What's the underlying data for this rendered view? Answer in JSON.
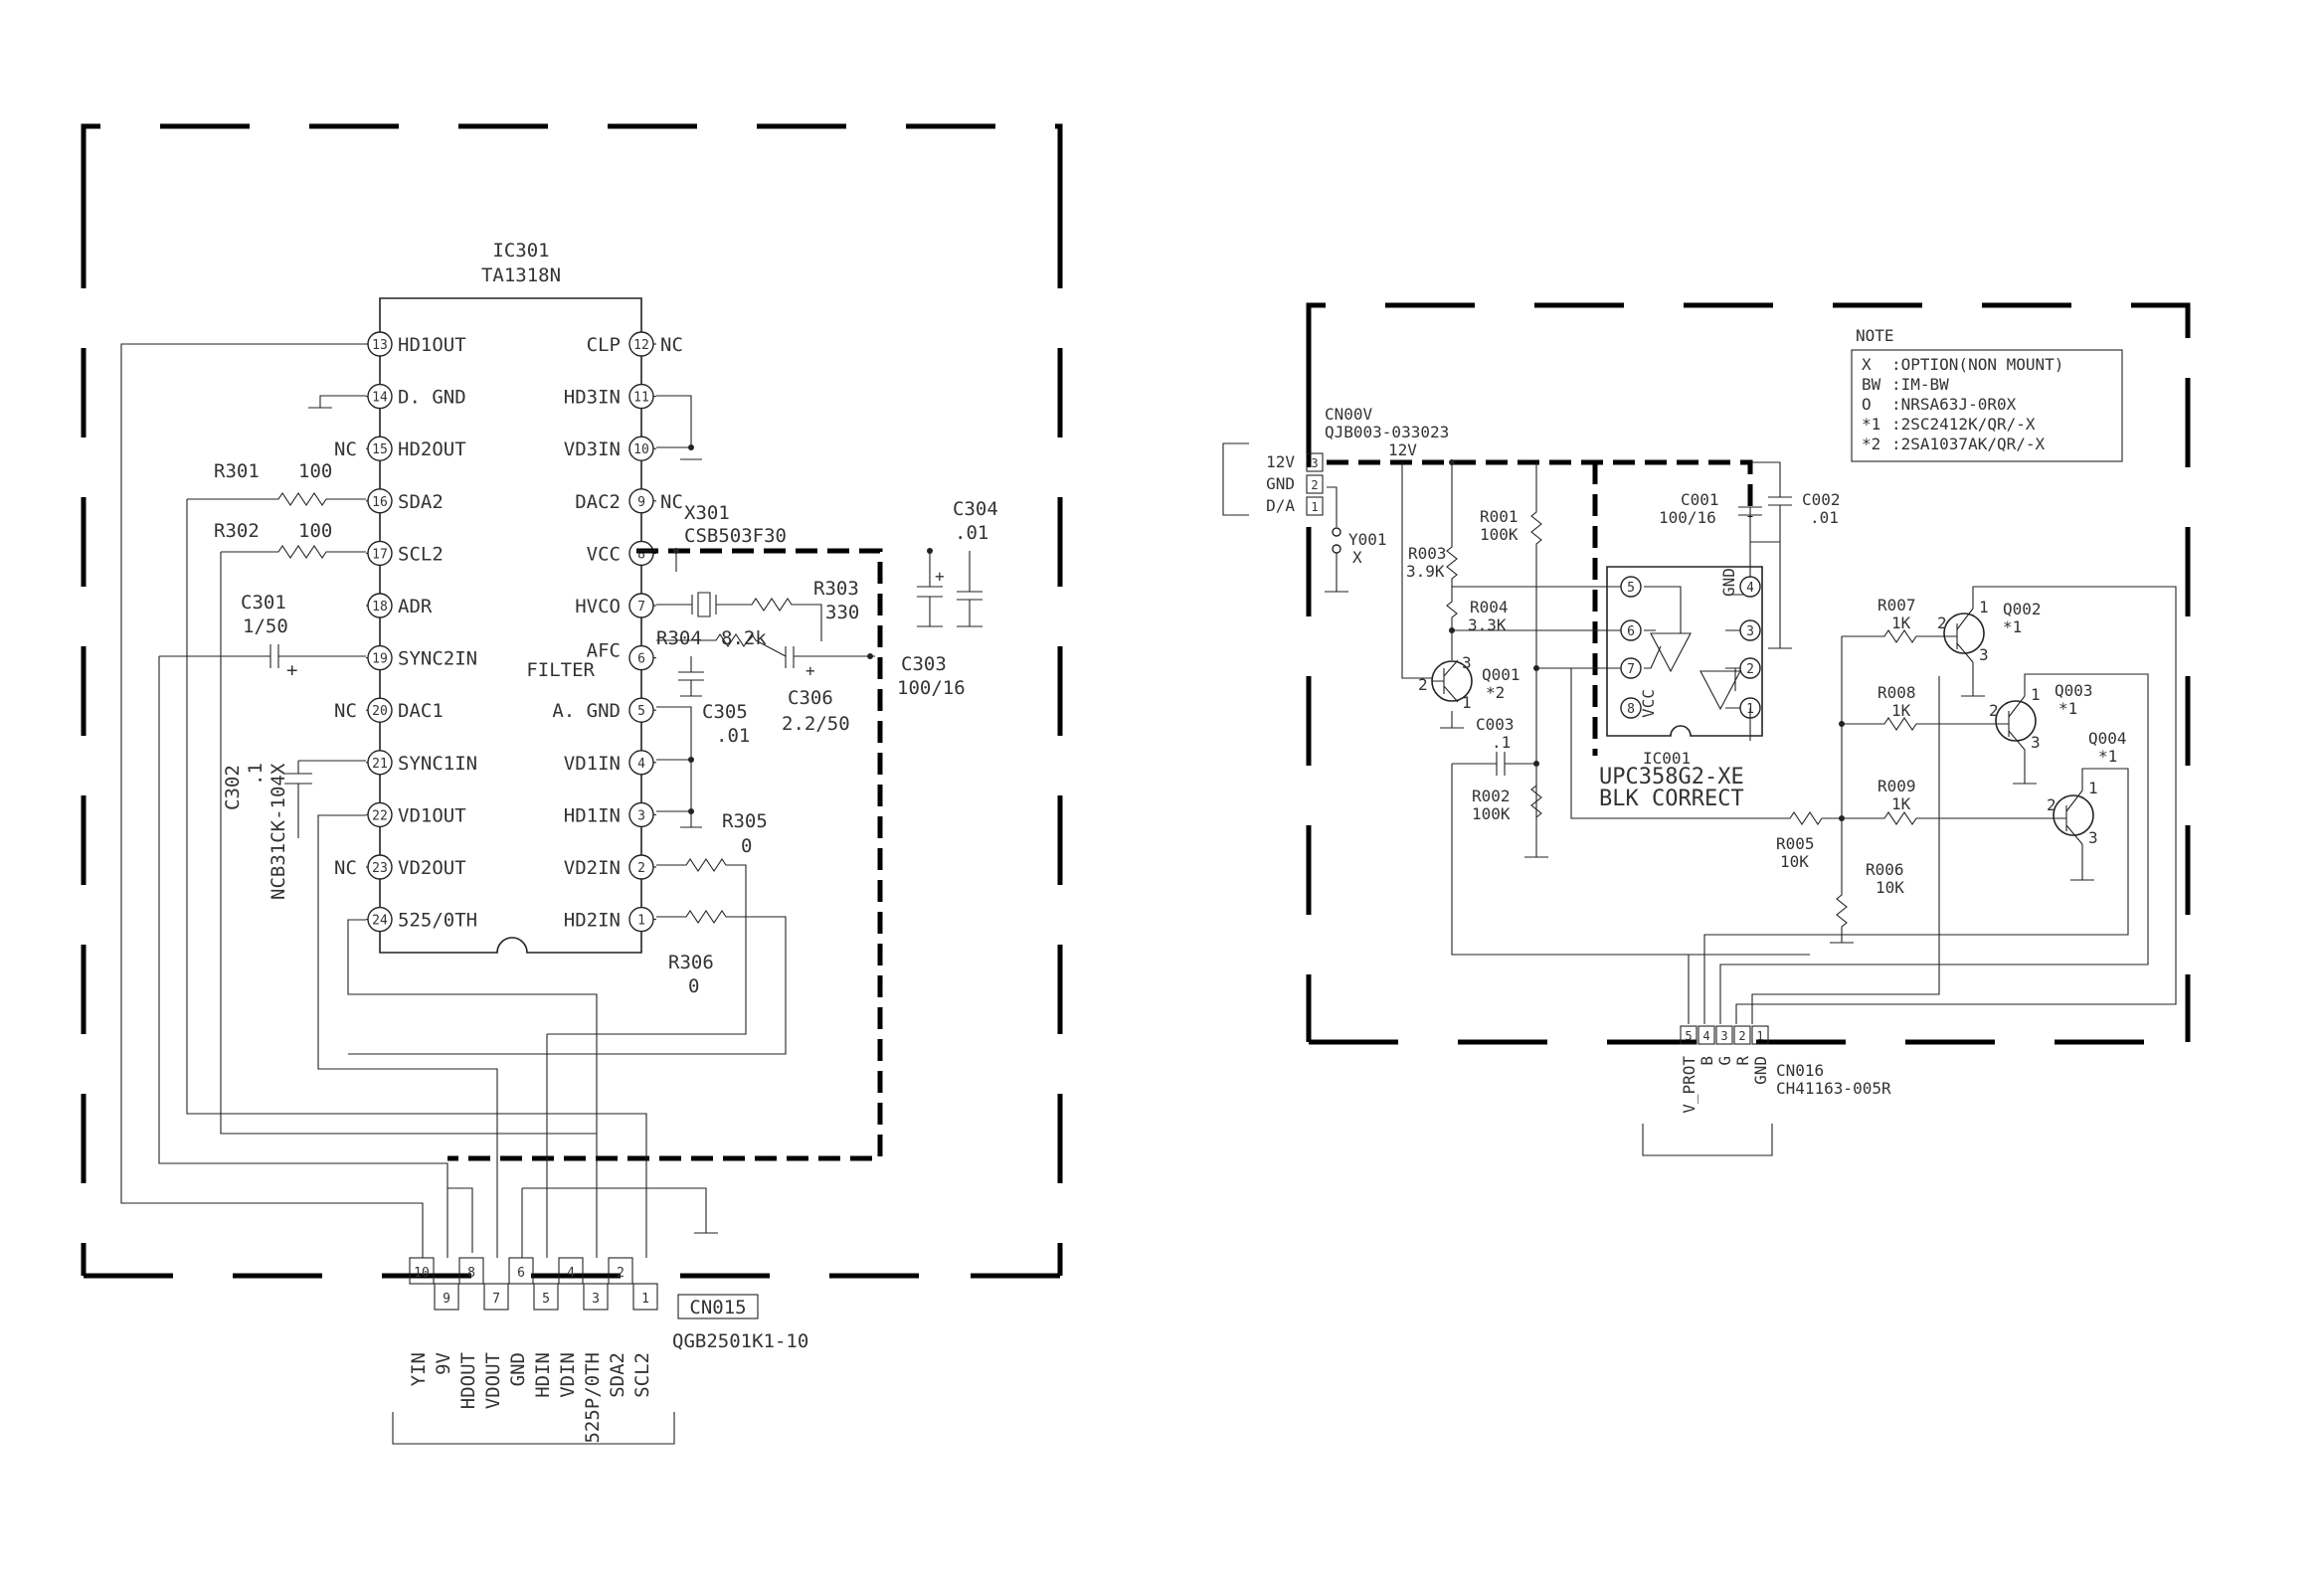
{
  "left": {
    "ic": {
      "ref": "IC301",
      "part": "TA1318N",
      "left_pins": [
        {
          "num": "13",
          "name": "HD1OUT",
          "prefix": ""
        },
        {
          "num": "14",
          "name": "D. GND",
          "prefix": ""
        },
        {
          "num": "15",
          "name": "HD2OUT",
          "prefix": "NC"
        },
        {
          "num": "16",
          "name": "SDA2",
          "prefix": ""
        },
        {
          "num": "17",
          "name": "SCL2",
          "prefix": ""
        },
        {
          "num": "18",
          "name": "ADR",
          "prefix": ""
        },
        {
          "num": "19",
          "name": "SYNC2IN",
          "prefix": ""
        },
        {
          "num": "20",
          "name": "DAC1",
          "prefix": "NC"
        },
        {
          "num": "21",
          "name": "SYNC1IN",
          "prefix": ""
        },
        {
          "num": "22",
          "name": "VD1OUT",
          "prefix": ""
        },
        {
          "num": "23",
          "name": "VD2OUT",
          "prefix": "NC"
        },
        {
          "num": "24",
          "name": "525/0TH",
          "prefix": ""
        }
      ],
      "right_pins": [
        {
          "num": "12",
          "name": "CLP",
          "suffix": "NC"
        },
        {
          "num": "11",
          "name": "HD3IN",
          "suffix": ""
        },
        {
          "num": "10",
          "name": "VD3IN",
          "suffix": ""
        },
        {
          "num": "9",
          "name": "DAC2",
          "suffix": "NC"
        },
        {
          "num": "8",
          "name": "VCC",
          "suffix": ""
        },
        {
          "num": "7",
          "name": "HVCO",
          "suffix": ""
        },
        {
          "num": "6",
          "name": "AFC",
          "suffix": ""
        },
        {
          "num": "5",
          "name": "A. GND",
          "suffix": ""
        },
        {
          "num": "4",
          "name": "VD1IN",
          "suffix": ""
        },
        {
          "num": "3",
          "name": "HD1IN",
          "suffix": ""
        },
        {
          "num": "2",
          "name": "VD2IN",
          "suffix": ""
        },
        {
          "num": "1",
          "name": "HD2IN",
          "suffix": ""
        }
      ],
      "afc_line2": "FILTER"
    },
    "components": {
      "r301": {
        "ref": "R301",
        "val": "100"
      },
      "r302": {
        "ref": "R302",
        "val": "100"
      },
      "c301": {
        "ref": "C301",
        "val": "1/50",
        "pol": "+"
      },
      "c302": {
        "ref": "C302",
        "val": ".1",
        "part": "NCB31CK-104X"
      },
      "x301": {
        "ref": "X301",
        "part": "CSB503F30"
      },
      "c304": {
        "ref": "C304",
        "val": ".01"
      },
      "r303": {
        "ref": "R303",
        "val": "330"
      },
      "r304": {
        "ref": "R304",
        "val": "8.2k"
      },
      "c303": {
        "ref": "C303",
        "val": "100/16",
        "pol": "+"
      },
      "c305": {
        "ref": "C305",
        "val": ".01"
      },
      "c306": {
        "ref": "C306",
        "val": "2.2/50",
        "pol": "+"
      },
      "r305": {
        "ref": "R305",
        "val": "0"
      },
      "r306": {
        "ref": "R306",
        "val": "0"
      }
    },
    "connector": {
      "ref": "CN015",
      "part": "QGB2501K1-10",
      "top_pins": [
        "10",
        "8",
        "6",
        "4",
        "2"
      ],
      "bottom_pins": [
        "9",
        "7",
        "5",
        "3",
        "1"
      ],
      "signals": [
        "YIN",
        "9V",
        "HDOUT",
        "VDOUT",
        "GND",
        "HDIN",
        "VDIN",
        "525P/0TH",
        "SDA2",
        "SCL2"
      ]
    }
  },
  "right": {
    "note": {
      "title": "NOTE",
      "rows": [
        {
          "k": "X",
          "v": ":OPTION(NON MOUNT)"
        },
        {
          "k": "BW",
          "v": ":IM-BW"
        },
        {
          "k": "O",
          "v": ":NRSA63J-0R0X"
        },
        {
          "k": "*1",
          "v": ":2SC2412K/QR/-X"
        },
        {
          "k": "*2",
          "v": ":2SA1037AK/QR/-X"
        }
      ]
    },
    "cn00v": {
      "ref": "CN00V",
      "part": "QJB003-033023",
      "rail": "12V",
      "pins": [
        {
          "num": "3",
          "name": "12V"
        },
        {
          "num": "2",
          "name": "GND"
        },
        {
          "num": "1",
          "name": "D/A"
        }
      ]
    },
    "components": {
      "y001": {
        "ref": "Y001",
        "val": "X"
      },
      "r001": {
        "ref": "R001",
        "val": "100K"
      },
      "r003": {
        "ref": "R003",
        "val": "3.9K"
      },
      "r004": {
        "ref": "R004",
        "val": "3.3K"
      },
      "q001": {
        "ref": "Q001",
        "val": "*2"
      },
      "c001": {
        "ref": "C001",
        "val": "100/16"
      },
      "c002": {
        "ref": "C002",
        "val": ".01"
      },
      "c003": {
        "ref": "C003",
        "val": ".1"
      },
      "r002": {
        "ref": "R002",
        "val": "100K"
      },
      "r005": {
        "ref": "R005",
        "val": "10K"
      },
      "r006": {
        "ref": "R006",
        "val": "10K"
      },
      "r007": {
        "ref": "R007",
        "val": "1K"
      },
      "r008": {
        "ref": "R008",
        "val": "1K"
      },
      "r009": {
        "ref": "R009",
        "val": "1K"
      },
      "q002": {
        "ref": "Q002",
        "val": "*1"
      },
      "q003": {
        "ref": "Q003",
        "val": "*1"
      },
      "q004": {
        "ref": "Q004",
        "val": "*1"
      }
    },
    "ic001": {
      "ref": "IC001",
      "part": "UPC358G2-XE",
      "function": "BLK CORRECT",
      "pins_left": [
        "5",
        "6",
        "7",
        "8"
      ],
      "pins_right": [
        "4",
        "3",
        "2",
        "1"
      ],
      "gnd": "GND",
      "vcc": "VCC"
    },
    "transistor_pins": {
      "b": "2",
      "c": "1",
      "e": "3"
    },
    "cn016": {
      "ref": "CN016",
      "part": "CH41163-005R",
      "pins": [
        "5",
        "4",
        "3",
        "2",
        "1"
      ],
      "signals": [
        "V_PROT",
        "B",
        "G",
        "R",
        "GND"
      ]
    }
  }
}
